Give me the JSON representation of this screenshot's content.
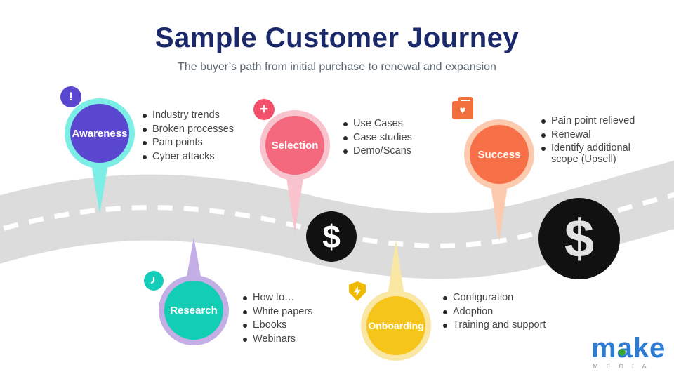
{
  "header": {
    "title": "Sample Customer Journey",
    "subtitle": "The buyer’s path from initial purchase to renewal and expansion"
  },
  "colors": {
    "title": "#1b296b",
    "subtitle": "#5b6670",
    "bullet_text": "#474747",
    "road": "#dcdcdc",
    "road_dash": "#ffffff",
    "coin_bg": "#111111",
    "coin_small_glyph": "#ffffff",
    "coin_big_glyph": "#e3e3e3",
    "logo_blue": "#2d7cd3",
    "logo_green": "#3aa637",
    "logo_media_gray": "#8d949b"
  },
  "icons": {
    "exclamation": "!",
    "plus": "+",
    "dollar": "$",
    "heart": "♥"
  },
  "stages": [
    {
      "label": "Awareness",
      "items": [
        "Industry trends",
        "Broken processes",
        "Pain points",
        "Cyber attacks"
      ],
      "circle": "#5a47cf",
      "ring": "#7deee6",
      "badge": "#5a47cf",
      "badge_icon": "exclamation-icon"
    },
    {
      "label": "Selection",
      "items": [
        "Use Cases",
        "Case studies",
        "Demo/Scans"
      ],
      "circle": "#f4697e",
      "ring": "#f8c3cd",
      "badge": "#f3516b",
      "badge_icon": "plus-icon"
    },
    {
      "label": "Success",
      "items": [
        "Pain point relieved",
        "Renewal",
        "Identify additional scope (Upsell)"
      ],
      "circle": "#f87047",
      "ring": "#fbcaaf",
      "badge": "#f2703d",
      "badge_icon": "shopping-bag-heart-icon"
    },
    {
      "label": "Research",
      "items": [
        "How to…",
        "White papers",
        "Ebooks",
        "Webinars"
      ],
      "circle": "#12ceb5",
      "ring": "#c3afe6",
      "badge": "#14cdb8",
      "badge_icon": "clock-icon"
    },
    {
      "label": "Onboarding",
      "items": [
        "Configuration",
        "Adoption",
        "Training and support"
      ],
      "circle": "#f6c51c",
      "ring": "#f9e7a3",
      "badge": "#f0ba00",
      "badge_icon": "shield-bolt-icon"
    }
  ],
  "logo": {
    "word": "make",
    "sub": "MEDIA"
  }
}
